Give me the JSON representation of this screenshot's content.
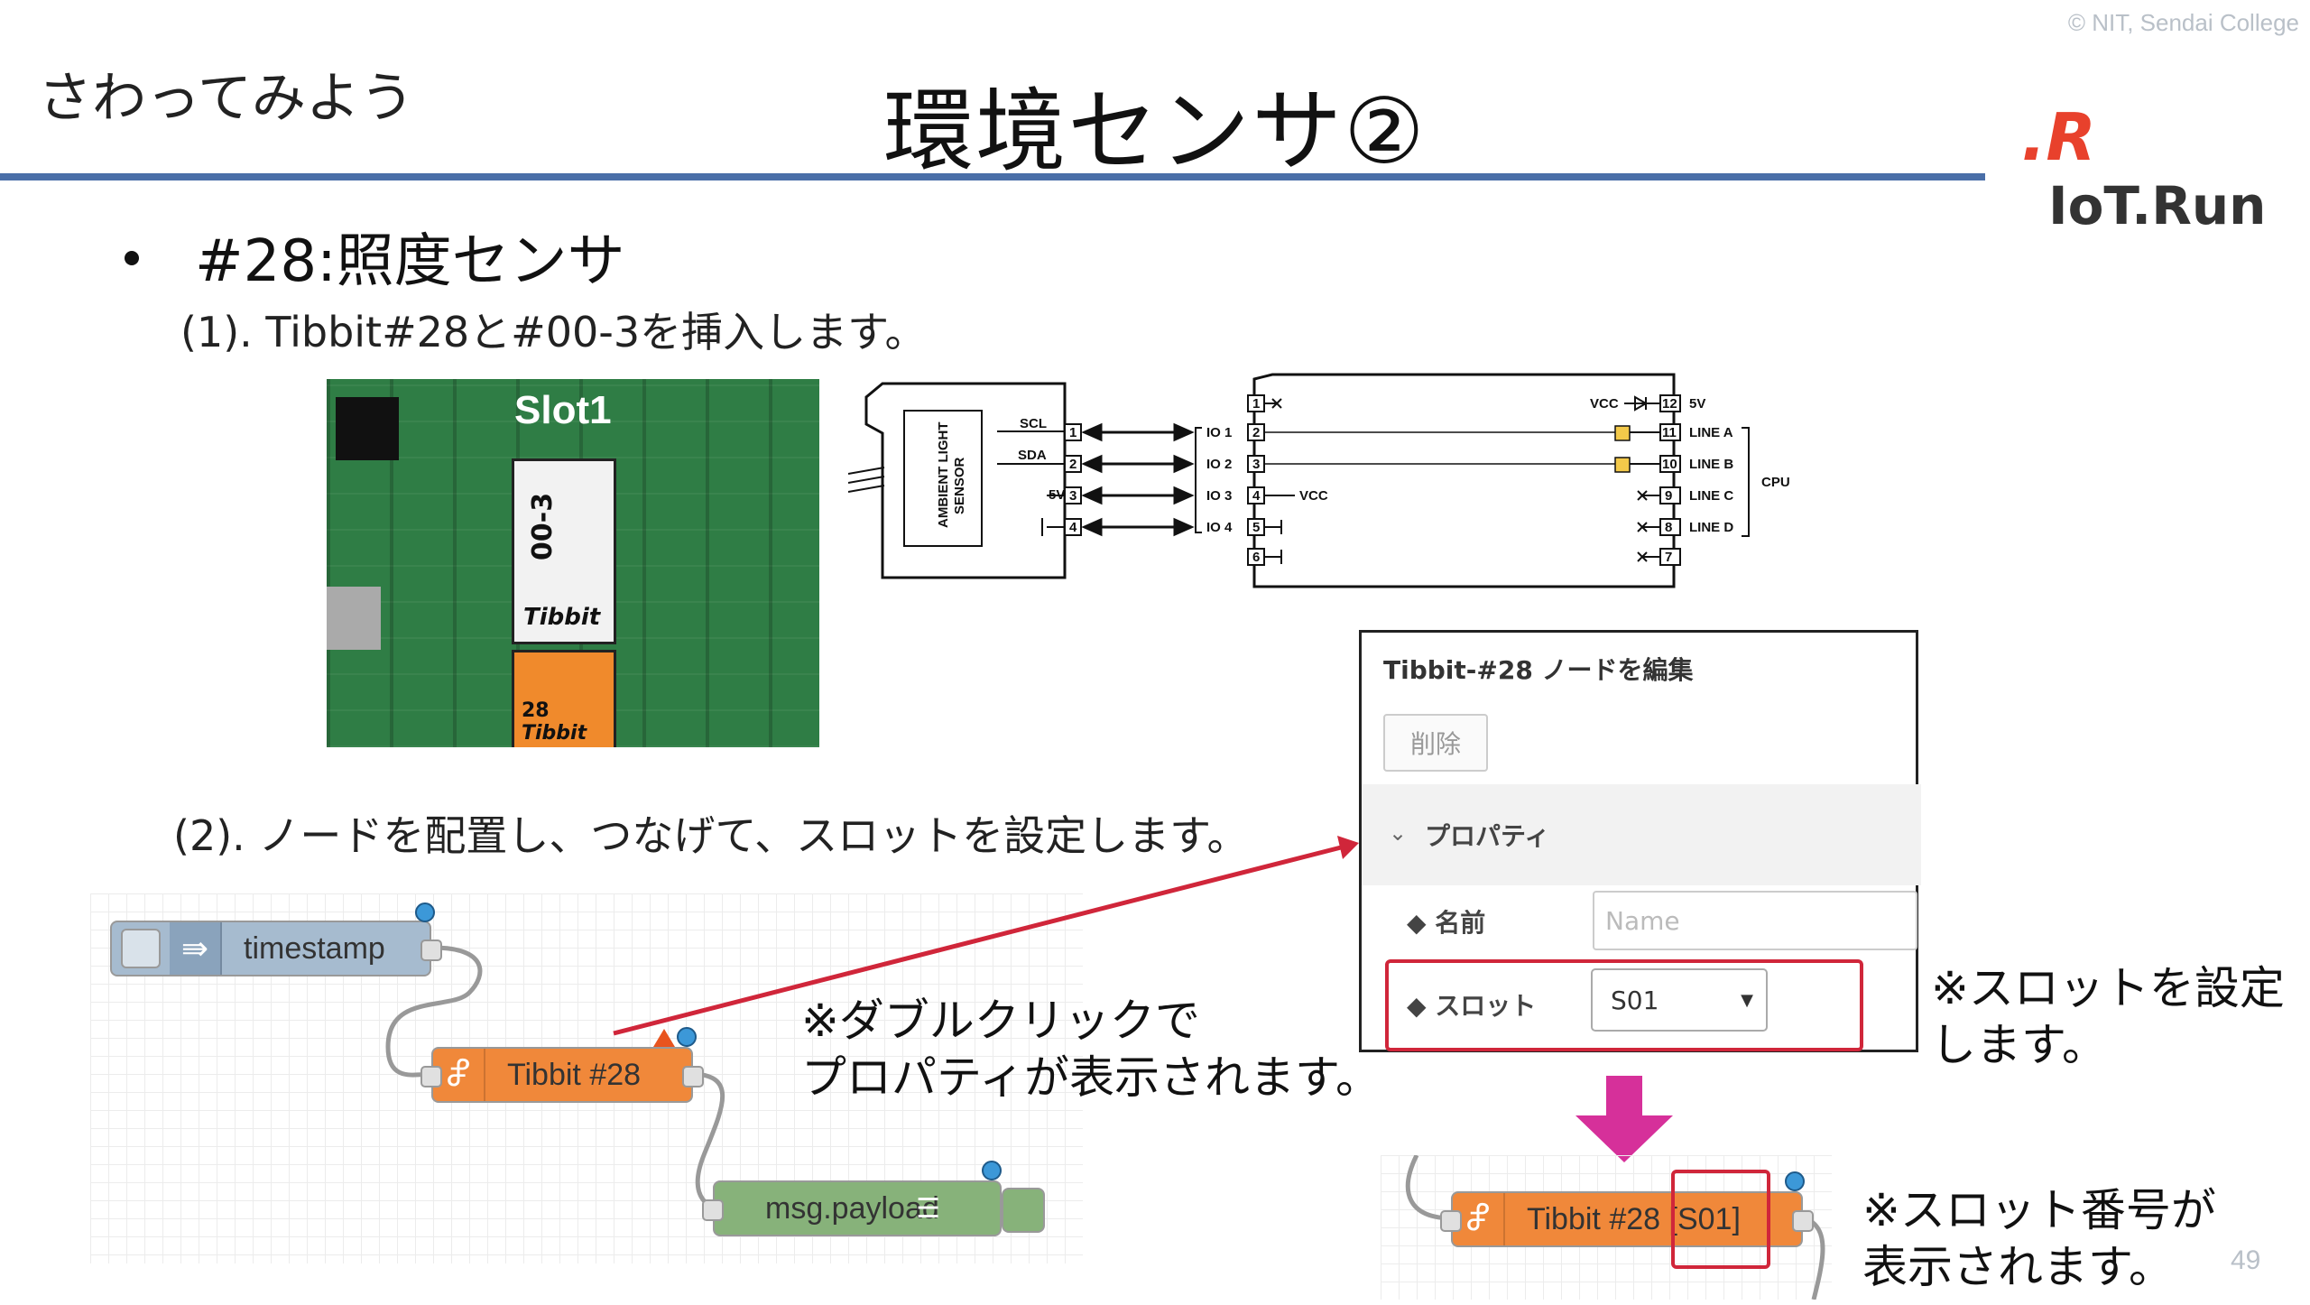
{
  "header": {
    "copyright": "© NIT, Sendai College",
    "subtitle": "さわってみよう",
    "title": "環境センサ②",
    "logo_mark": ".R",
    "logo_text": "IoT.Run"
  },
  "bullet": "#28:照度センサ",
  "step1": "(1). Tibbit#28と#00-3を挿入します。",
  "step2": "(2). ノードを配置し、つなげて、スロットを設定します。",
  "photo": {
    "slot_label": "Slot1",
    "module_white": "00-3",
    "module_white_brand": "Tibbit",
    "module_orange": "28",
    "module_orange_brand": "Tibbit"
  },
  "circuit": {
    "sensor_label_1": "AMBIENT LIGHT",
    "sensor_label_2": "SENSOR",
    "left_pins": [
      "SCL",
      "SDA",
      "5V",
      ""
    ],
    "left_pin_nums": [
      "1",
      "2",
      "3",
      "4"
    ],
    "io_labels": [
      "IO 1",
      "IO 2",
      "IO 3",
      "IO 4"
    ],
    "mid_pin_nums": [
      "1",
      "2",
      "3",
      "4",
      "5",
      "6"
    ],
    "vcc_left": "VCC",
    "right_pin_nums": [
      "12",
      "11",
      "10",
      "9",
      "8",
      "7"
    ],
    "right_labels": [
      "5V",
      "LINE A",
      "LINE B",
      "LINE C",
      "LINE D",
      ""
    ],
    "vcc_right": "VCC",
    "cpu": "CPU"
  },
  "flow": {
    "timestamp_node": "timestamp",
    "tibbit_node": "Tibbit #28",
    "payload_node": "msg.payload"
  },
  "note_doubleclick": [
    "※ダブルクリックで",
    "プロパティが表示されます。"
  ],
  "panel": {
    "title": "Tibbit-#28 ノードを編集",
    "delete_button": "削除",
    "section": "プロパティ",
    "name_label": "名前",
    "name_placeholder": "Name",
    "slot_label": "スロット",
    "slot_value": "S01"
  },
  "note_slot": [
    "※スロットを設定",
    "します。"
  ],
  "result_node": {
    "label": "Tibbit #28",
    "slot": "[S01]"
  },
  "note_result": [
    "※スロット番号が",
    "表示されます。"
  ],
  "page_number": "49",
  "colors": {
    "rule": "#4a6fa8",
    "accent_red": "#d0263a",
    "arrow_magenta": "#d6309a",
    "node_orange": "#f0883a",
    "node_green": "#87b27a",
    "node_blue": "#a6bbcf"
  }
}
